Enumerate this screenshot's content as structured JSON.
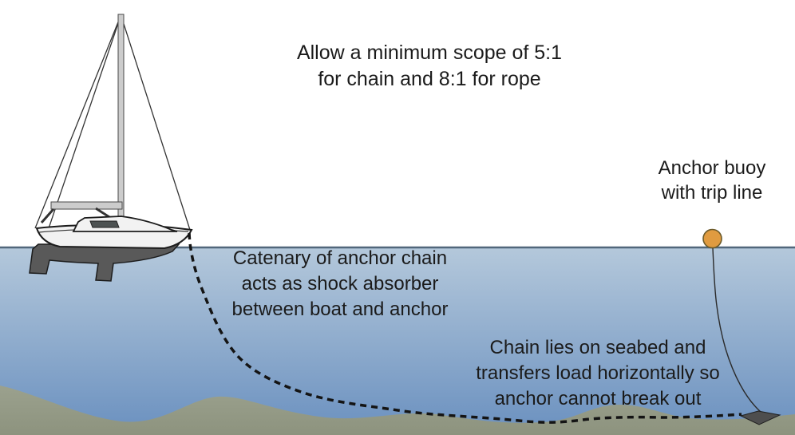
{
  "diagram": {
    "labels": {
      "scope": {
        "line1": "Allow a minimum scope of 5:1",
        "line2": "for chain and 8:1 for rope"
      },
      "buoy": {
        "line1": "Anchor buoy",
        "line2": "with trip line"
      },
      "catenary": {
        "line1": "Catenary of anchor chain",
        "line2": "acts as shock absorber",
        "line3": "between boat and anchor"
      },
      "seabed_note": {
        "line1": "Chain lies on seabed and",
        "line2": "transfers load horizontally so",
        "line3": "anchor cannot break out"
      }
    },
    "colors": {
      "sky": "#ffffff",
      "water_top": "#b4c8db",
      "water_bottom": "#6a90bf",
      "waterline": "#51677b",
      "seabed_top": "#9ba18e",
      "seabed_bottom": "#8d937e",
      "buoy": "#e09b40",
      "buoy_outline": "#6b5a2a",
      "hull": "#f2f2f2",
      "hull_outline": "#1c1c1c",
      "keel": "#595959",
      "spar": "#cccccc",
      "spar_outline": "#4a4a4a",
      "window": "#4d5252",
      "rigging": "#333333",
      "chain": "#141414",
      "trip_line": "#2b2b2b",
      "anchor": "#4e4e4e",
      "text": "#1b1b1b"
    }
  }
}
